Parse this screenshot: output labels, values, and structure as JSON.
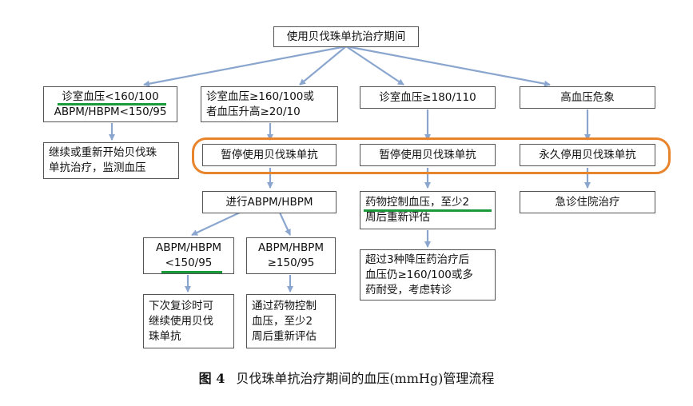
{
  "nodes": {
    "root": "使用贝伐珠单抗治疗期间",
    "clinic_low_1": "诊室血压<160/100",
    "clinic_low_2": "ABPM/HBPM<150/95",
    "clinic_mid_1": "诊室血压≥160/100或",
    "clinic_mid_2": "者血压升高≥20/10",
    "clinic_high": "诊室血压≥180/110",
    "crisis": "高血压危象",
    "continue_1": "继续或重新开始贝伐珠",
    "continue_2": "单抗治疗，监测血压",
    "pause_1": "暂停使用贝伐珠单抗",
    "pause_2": "暂停使用贝伐珠单抗",
    "stop": "永久停用贝伐珠单抗",
    "do_abpm": "进行ABPM/HBPM",
    "drug_control_1": "药物控制血压，至少2",
    "drug_control_2": "周后重新评估",
    "emergency": "急诊住院治疗",
    "abpm_low_1": "ABPM/HBPM",
    "abpm_low_2": "<150/95",
    "abpm_high_1": "ABPM/HBPM",
    "abpm_high_2": "≥150/95",
    "refer_1": "超过3种降压药治疗后",
    "refer_2": "血压仍≥160/100或多",
    "refer_3": "药耐受，考虑转诊",
    "next_visit_1": "下次复诊时可",
    "next_visit_2": "继续使用贝伐",
    "next_visit_3": "珠单抗",
    "drug_again_1": "通过药物控制",
    "drug_again_2": "血压，至少2",
    "drug_again_3": "周后重新评估"
  },
  "caption": {
    "label": "图 4",
    "text": "贝伐珠单抗治疗期间的血压(mmHg)管理流程"
  },
  "colors": {
    "arrow": "#8aa6cf",
    "highlight": "#e8842c",
    "underline": "#1a9a3a"
  }
}
